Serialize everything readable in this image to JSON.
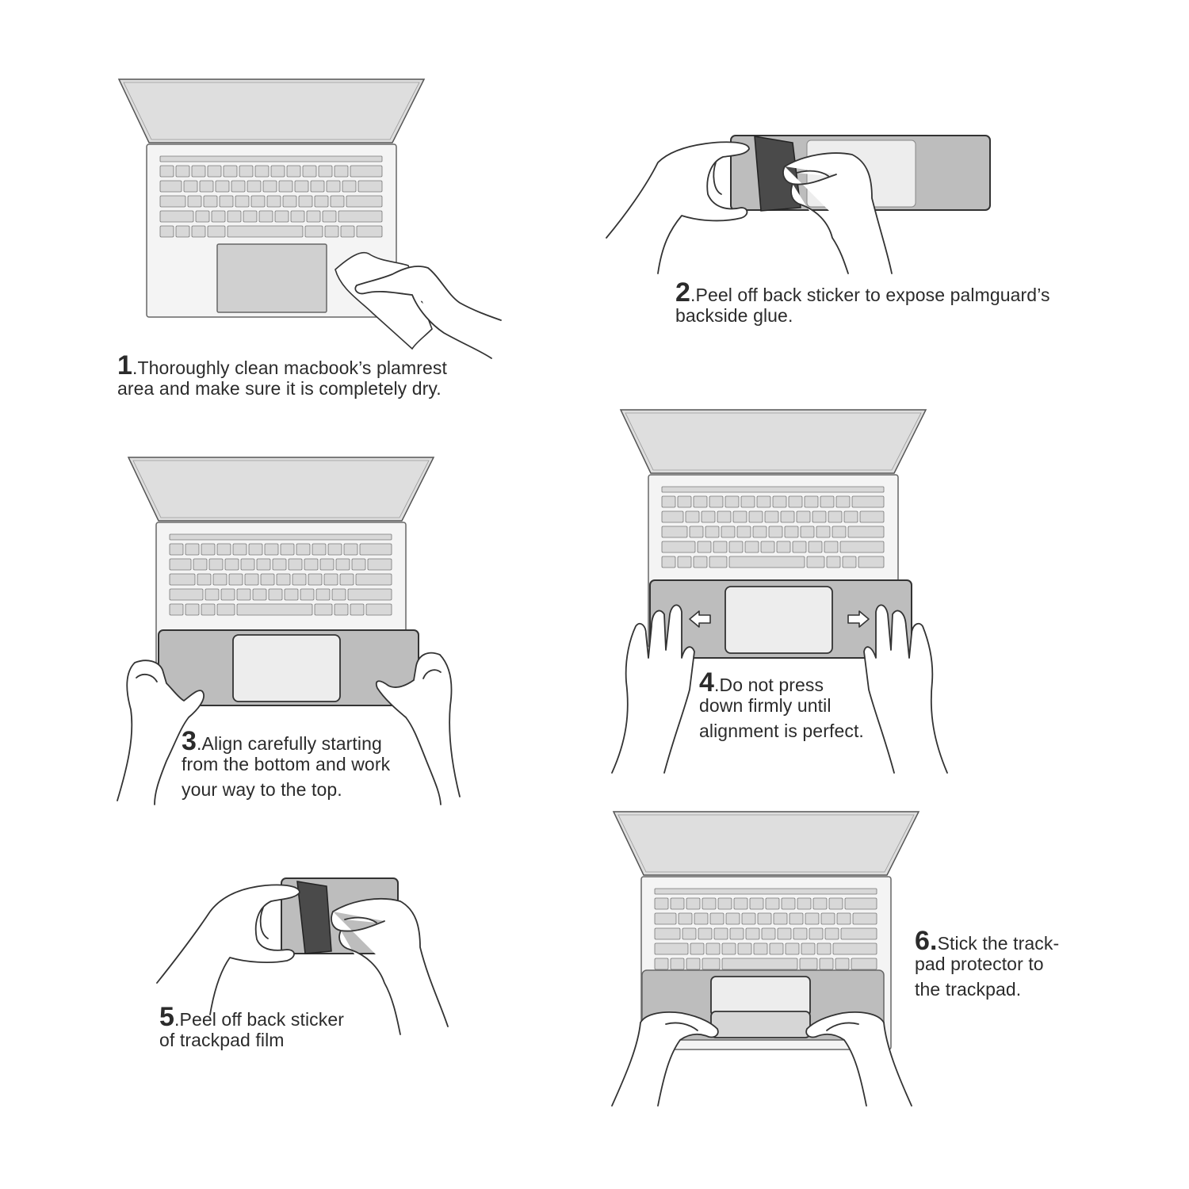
{
  "steps": [
    {
      "num": "1",
      "lines": [
        ".Thoroughly clean macbook’s plamrest",
        "area and make sure it is completely dry."
      ]
    },
    {
      "num": "2",
      "lines": [
        ".Peel off back sticker to expose palmguard’s",
        "backside glue."
      ]
    },
    {
      "num": "3",
      "lines": [
        ".Align carefully starting",
        "from the bottom and work",
        "your way to the top."
      ]
    },
    {
      "num": "4",
      "lines": [
        ".Do not press",
        "down firmly until",
        "alignment is perfect."
      ]
    },
    {
      "num": "5",
      "lines": [
        ".Peel off back sticker",
        "of trackpad film"
      ]
    },
    {
      "num": "6.",
      "lines": [
        "Stick the track-",
        "pad protector to",
        "the trackpad."
      ]
    }
  ],
  "colors": {
    "line": "#3a3a3a",
    "screen": "#dedede",
    "body": "#f4f4f4",
    "key": "#d8d8d8",
    "trackpad": "#d0d0d0",
    "palmguard": "#bdbdbd",
    "film_back": "#4a4a4a"
  },
  "icons": [
    "laptop-icon",
    "hand-icon",
    "cloth-icon",
    "arrow-left-icon",
    "arrow-right-icon"
  ]
}
